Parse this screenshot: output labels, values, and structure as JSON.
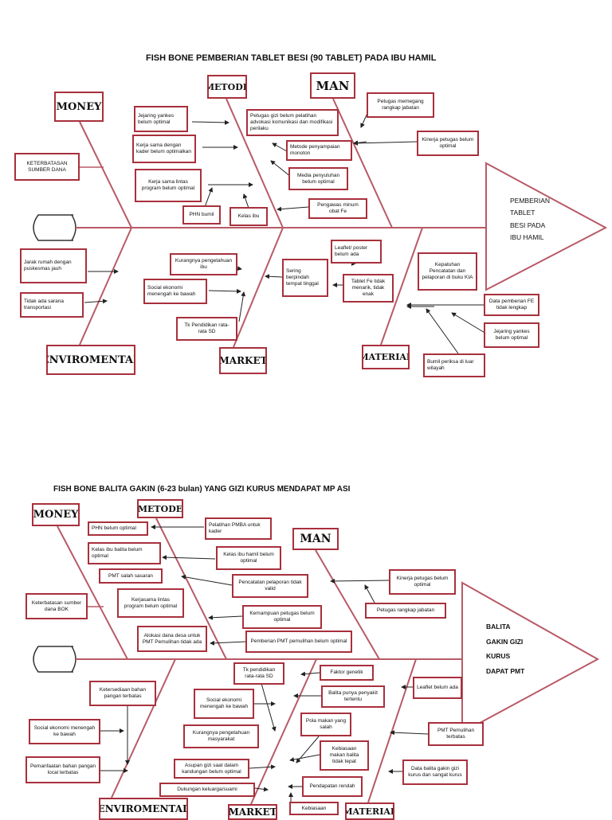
{
  "diagram1": {
    "title": "FISH BONE PEMBERIAN TABLET BESI (90 TABLET) PADA IBU HAMIL",
    "head": [
      "PEMBERIAN",
      "TABLET",
      "BESI PADA",
      "IBU HAMIL"
    ],
    "categories": {
      "money": "MONEY",
      "metode": "METODE",
      "man": "MAN",
      "environmental": "ENVIROMENTAL",
      "market": "MARKET",
      "material": "MATERIAL"
    },
    "causes": {
      "money_1": "KETERBATASAN SUMBER DANA",
      "metode_1": "Jejaring yankes belum optimal",
      "metode_2": "Kerja sama dengan kader belum optimalkan",
      "metode_3": "Kerja sama lintas program belum optimal",
      "metode_4": "PHN bumil",
      "metode_5": "Kelas ibu",
      "man_1": "Petugas gizi belum pelatihan advokasi komunikasi dan modifikasi perilaku",
      "man_2": "Petugas memegang rangkap jabatan",
      "man_3": "Kinerja petugas belum optimal",
      "man_4": "Metode penyampaian monoton",
      "man_5": "Media penyuluhan belum optimal",
      "man_6": "Pengawas minum obat Fe",
      "env_1": "Jarak rumah dengan puskesmas jauh",
      "env_2": "Tidak ada sarana transportasi",
      "market_1": "Kurangnya pengetahuan ibu",
      "market_2": "Social ekonomi menengah ke bawah",
      "market_3": "Tk Pendidikan rata-rata SD",
      "market_4": "Sering berpindah tempat tinggal",
      "material_1": "Leaflet/ poster belum ada",
      "material_2": "Tablet Fe tidak menarik, tidak enak",
      "material_3": "Kepatuhan Pencatatan dan pelaporan di buku KIA",
      "material_4": "Data pemberian FE tidak lengkap",
      "material_5": "Jejaring yankes belum optimal",
      "material_6": "Bumil periksa di luar wilayah"
    }
  },
  "diagram2": {
    "title": "FISH BONE BALITA GAKIN (6-23 bulan) YANG GIZI KURUS MENDAPAT  MP ASI",
    "head": [
      "BALITA",
      "GAKIN GIZI",
      "KURUS",
      "DAPAT PMT"
    ],
    "categories": {
      "money": "MONEY",
      "metode": "METODE",
      "man": "MAN",
      "environmental": "ENVIROMENTAL",
      "market": "MARKET",
      "material": "MATERIAL"
    },
    "causes": {
      "money_1": "Keterbatasan sumber dana BOK",
      "metode_1": "PHN belum optimal",
      "metode_2": "Pelatihan PMBA untuk kader",
      "metode_3": "Kelas ibu balita belum optimal",
      "metode_4": "Kelas ibu hamil belum optimal",
      "metode_5": "PMT salah sasaran",
      "metode_6": "Pencatatan pelaporan tidak valid",
      "metode_7": "Kerjasama lintas program belum optimal",
      "metode_8": "Kemampuan petugas belum optimal",
      "metode_9": "Alokasi dana desa untuk PMT Pemulihan tidak ada",
      "metode_10": "Pemberian PMT pemulihan belum optimal",
      "man_1": "Kinerja petugas belum optimal",
      "man_2": "Petugas rangkap jabatan",
      "env_1": "Ketersediaan bahan pangan terbatas",
      "env_2": "Social ekonomi menengah ke bawah",
      "env_3": "Pemanfaatan bahan pangan local terbatas",
      "market_1": "Tk pendidikan rata-rata SD",
      "market_2": "Social ekonomi menengah ke bawah",
      "market_3": "Kurangnya pengetahuan masyarakat",
      "market_4": "Asupan gizi saat dalam kandungan belum optimal",
      "market_5": "Dukungan keluarga/suami",
      "market_6": "Faktor genetik",
      "market_7": "Balita punya penyakit tertentu",
      "market_8": "Pola makan yang salah",
      "market_9": "Kebiasaan makan balita tidak tepat",
      "market_10": "Pendapatan rendah",
      "market_11": "Kebiasaan",
      "material_1": "Leaflet belum ada",
      "material_2": "PMT Pemulihan terbatas",
      "material_3": "Data balita gakin gizi kurus dan sangat kurus"
    }
  },
  "colors": {
    "line": "#b85a66",
    "box_border": "#a8303c",
    "text": "#111111"
  }
}
